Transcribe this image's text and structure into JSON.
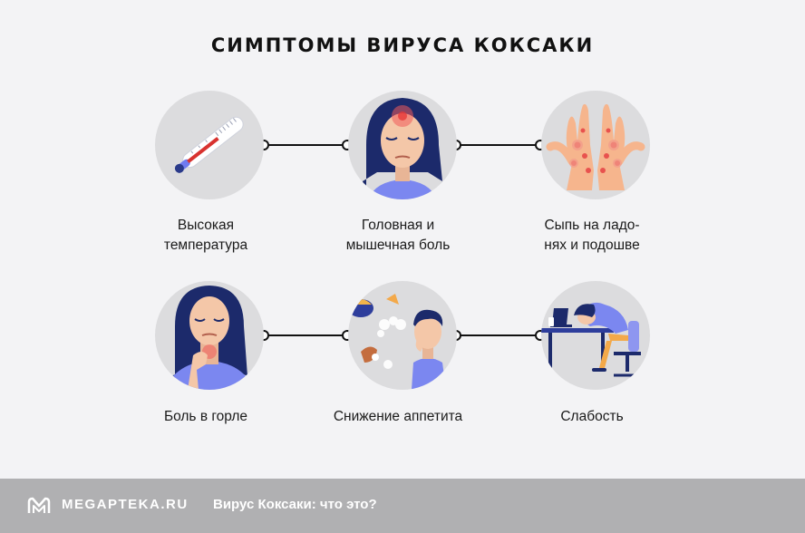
{
  "title": "СИМПТОМЫ ВИРУСА КОКСАКИ",
  "symptoms": [
    {
      "label": "Высокая\nтемпература",
      "icon": "thermometer-icon"
    },
    {
      "label": "Головная и\nмышечная боль",
      "icon": "headache-icon"
    },
    {
      "label": "Сыпь на ладо-\nнях и подошве",
      "icon": "rash-palms-icon"
    },
    {
      "label": "Боль в горле",
      "icon": "sore-throat-icon"
    },
    {
      "label": "Снижение аппетита",
      "icon": "appetite-loss-icon"
    },
    {
      "label": "Слабость",
      "icon": "weakness-icon"
    }
  ],
  "footer": {
    "brand": "MEGAPTEKA.RU",
    "text": "Вирус Коксаки: что это?"
  },
  "colors": {
    "background": "#f3f3f5",
    "circle": "#dcdcde",
    "footer": "#b0b0b2",
    "hair": "#1c2a6b",
    "skin": "#f4c7a8",
    "shirt": "#7b87f0"
  }
}
